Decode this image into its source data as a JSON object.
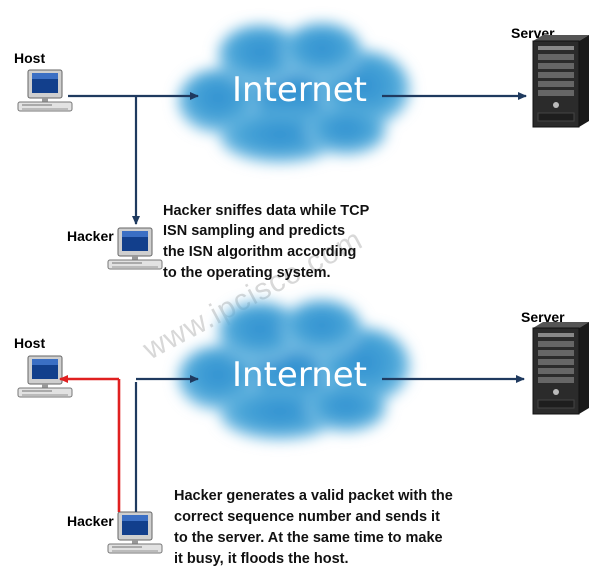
{
  "watermark": "www.ipcisco.com",
  "top": {
    "host_label": "Host",
    "server_label": "Server",
    "hacker_label": "Hacker",
    "cloud_label": "Internet",
    "note_lines": [
      "Hacker sniffes data while TCP",
      "ISN sampling and predicts",
      "the ISN algorithm according",
      "to the operating system."
    ]
  },
  "bottom": {
    "host_label": "Host",
    "server_label": "Server",
    "hacker_label": "Hacker",
    "cloud_label": "Internet",
    "note_lines": [
      "Hacker generates a valid packet with the",
      "correct sequence number and sends  it",
      "to the server.  At the same time to make",
      "it busy, it floods the host."
    ]
  },
  "colors": {
    "normal_arrow": "#1f3a5f",
    "attack_arrow": "#e02020",
    "cloud": "#4aa6d8"
  },
  "icons": {
    "host": "desktop-computer-icon",
    "hacker": "desktop-computer-icon",
    "server": "server-tower-icon",
    "cloud": "cloud-icon"
  }
}
